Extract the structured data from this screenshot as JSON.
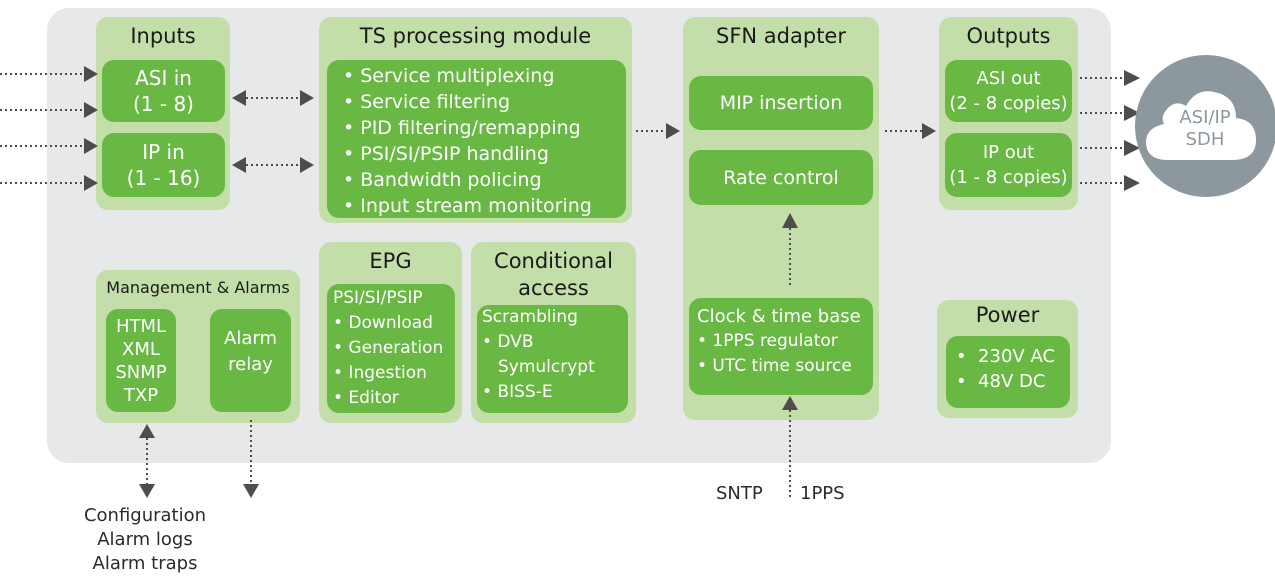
{
  "inputs": {
    "title": "Inputs",
    "asi_in": [
      "ASI in",
      "(1 - 8)"
    ],
    "ip_in": [
      "IP in",
      "(1 - 16)"
    ]
  },
  "ts_module": {
    "title": "TS processing module",
    "items": [
      "• Service multiplexing",
      "• Service filtering",
      "• PID filtering/remapping",
      "• PSI/SI/PSIP handling",
      "• Bandwidth policing",
      "• Input stream monitoring"
    ]
  },
  "sfn": {
    "title": "SFN adapter",
    "mip": "MIP insertion",
    "rate": "Rate control",
    "clock_title": "Clock & time base",
    "clock_items": [
      "• 1PPS regulator",
      "• UTC time source"
    ]
  },
  "outputs": {
    "title": "Outputs",
    "asi_out": [
      "ASI out",
      "(2 - 8 copies)"
    ],
    "ip_out": [
      "IP out",
      "(1 - 8 copies)"
    ]
  },
  "cloud": [
    "ASI/IP",
    "SDH"
  ],
  "mgmt": {
    "title": "Management & Alarms",
    "protocols": [
      "HTML",
      "XML",
      "SNMP",
      "TXP"
    ],
    "relay": [
      "Alarm",
      "relay"
    ]
  },
  "epg": {
    "title": "EPG",
    "items": [
      "PSI/SI/PSIP",
      "• Download",
      "• Generation",
      "• Ingestion",
      "• Editor"
    ]
  },
  "ca": {
    "title": [
      "Conditional",
      "access"
    ],
    "items": [
      "Scrambling",
      "• DVB",
      "Symulcrypt",
      "• BISS-E"
    ]
  },
  "power": {
    "title": "Power",
    "items": [
      "•  230V AC",
      "•  48V DC"
    ]
  },
  "external": {
    "config_lines": [
      "Configuration",
      "Alarm logs",
      "Alarm traps"
    ],
    "sntp": "SNTP",
    "pps": "1PPS"
  },
  "colors": {
    "chassis": "#e7e8ea",
    "panel": "#c4deaa",
    "block": "#69b843",
    "arrow": "#4d4d4d",
    "cloud": "#8d979e"
  }
}
